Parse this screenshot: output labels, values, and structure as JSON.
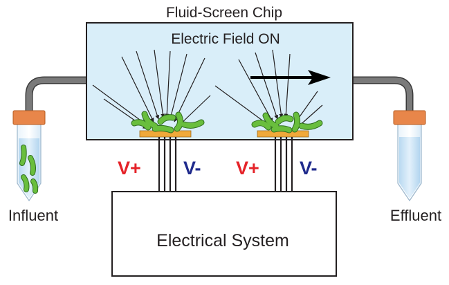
{
  "chip": {
    "title": "Fluid-Screen Chip",
    "status": "Electric Field ON"
  },
  "tubes": {
    "inlet_label": "Influent",
    "outlet_label": "Effluent"
  },
  "electrodes": [
    {
      "positive_label": "V+",
      "negative_label": "V-"
    },
    {
      "positive_label": "V+",
      "negative_label": "V-"
    }
  ],
  "system": {
    "label": "Electrical System"
  },
  "colors": {
    "chip_fill": "#d9eef9",
    "electrode": "#f0a93a",
    "positive": "#e52329",
    "negative": "#1f2a8c",
    "bacteria": "#69be3d",
    "tube_cap": "#e8864a",
    "tubing": "#7a7a7a",
    "liquid": "#cfe6f6"
  },
  "icons": {
    "flow": "flow-direction-arrow-icon",
    "bacteria": "bacteria-icon",
    "field_lines": "electric-field-lines-icon"
  }
}
